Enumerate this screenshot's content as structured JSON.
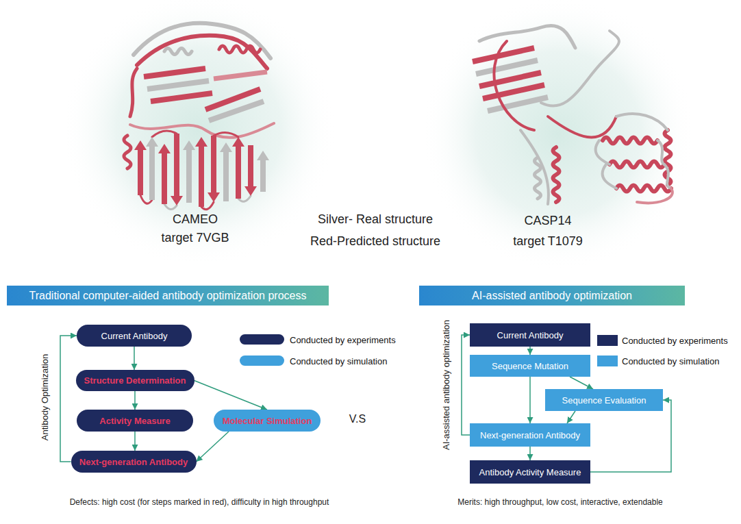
{
  "diagram": {
    "nodes": [
      {
        "text": [
          "Traditional computer-aided antibody optimization process"
        ]
      },
      {
        "text": [
          "Current Antibody"
        ]
      },
      {
        "text": [
          "Structure Determination"
        ]
      },
      {
        "text": [
          "Activity Measure"
        ]
      },
      {
        "text": [
          "Molecular Simulation"
        ]
      },
      {
        "text": [
          "Next-generation Antibody"
        ]
      },
      {
        "text": [
          "AI-assisted antibody optimization"
        ]
      },
      {
        "text": [
          "Current Antibody"
        ]
      },
      {
        "text": [
          "Sequence Mutation"
        ]
      },
      {
        "text": [
          "Sequence Evaluation"
        ]
      },
      {
        "text": [
          "Next-generation Antibody"
        ]
      },
      {
        "text": [
          "Antibody Activity Measure"
        ]
      }
    ],
    "edges": [
      {
        "from": 1,
        "to": 2,
        "arrow": "to"
      },
      {
        "from": 2,
        "to": 3,
        "arrow": "to"
      },
      {
        "from": 2,
        "to": 4,
        "arrow": "to"
      },
      {
        "from": 3,
        "to": 5,
        "arrow": "to"
      },
      {
        "from": 4,
        "to": 5,
        "arrow": "to"
      },
      {
        "from": 5,
        "to": 1,
        "arrow": "to"
      },
      {
        "from": 7,
        "to": 8,
        "arrow": "to"
      },
      {
        "from": 8,
        "to": 9,
        "arrow": "to"
      },
      {
        "from": 8,
        "to": 10,
        "arrow": "to"
      },
      {
        "from": 9,
        "to": 10,
        "arrow": "to"
      },
      {
        "from": 10,
        "to": 7,
        "arrow": "to"
      },
      {
        "from": 10,
        "to": 11,
        "arrow": "to"
      },
      {
        "from": 11,
        "to": 9,
        "arrow": "to"
      }
    ],
    "labels": [
      "CAMEO",
      "target 7VGB",
      "Silver- Real structure",
      "Red-Predicted structure",
      "CASP14",
      "target T1079",
      "Antibody Optimization",
      "V.S",
      "AI-assisted antibody optimization",
      "Defects: high cost (for steps marked in red), difficulty in high throughput",
      "Merits: high throughput, low cost, interactive, extendable"
    ],
    "legend": [
      {
        "text": "Conducted by experiments",
        "color": "#1e2a5e"
      },
      {
        "text": "Conducted by simulation",
        "color": "#3fa0dc"
      },
      {
        "text": "Conducted by experiments",
        "color": "#1e2a5e"
      },
      {
        "text": "Conducted by simulation",
        "color": "#3fa0dc"
      }
    ]
  }
}
